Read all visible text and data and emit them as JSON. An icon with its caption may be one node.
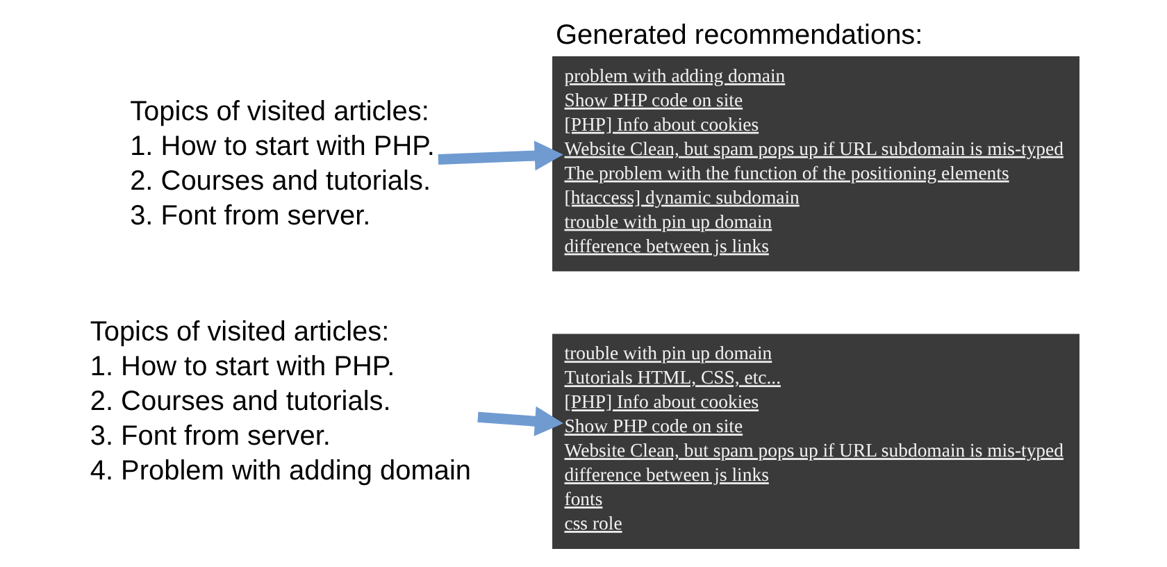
{
  "diagram": {
    "nodes": [
      {
        "text": [
          "Topics of visited articles:",
          "1. How to start with PHP.",
          "2. Courses and tutorials.",
          "3. Font from server."
        ]
      },
      {
        "text": [
          "Generated recommendations:",
          "problem with adding domain",
          "Show PHP code on site",
          "[PHP] Info about cookies",
          "Website Clean, but spam pops up if URL subdomain is mis-typed",
          "The problem with the function of the positioning elements",
          "[htaccess] dynamic subdomain",
          "trouble with pin up domain",
          "difference between js links"
        ]
      },
      {
        "text": [
          "Topics of visited articles:",
          "1. How to start with PHP.",
          "2. Courses and tutorials.",
          "3. Font from server.",
          "4. Problem with adding domain"
        ]
      },
      {
        "text": [
          "trouble with pin up domain",
          "Tutorials HTML, CSS, etc...",
          "[PHP] Info about cookies",
          "Show PHP code on site",
          "Website Clean, but spam pops up if URL subdomain is mis-typed",
          "difference between js links",
          "fonts",
          "css role"
        ]
      }
    ],
    "edges": [
      {
        "from": 0,
        "to": 1,
        "arrow": "to"
      },
      {
        "from": 2,
        "to": 3,
        "arrow": "to"
      }
    ]
  }
}
